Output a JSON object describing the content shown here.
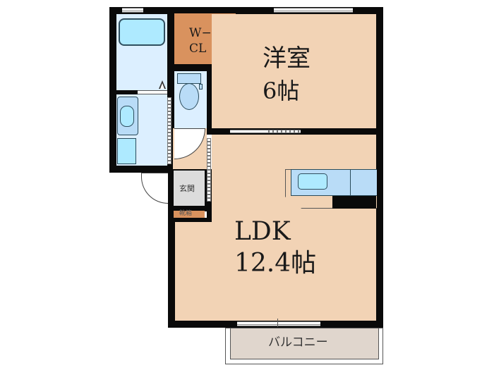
{
  "floor_plan": {
    "rooms": {
      "western_room": {
        "name": "洋室",
        "size": "6帖"
      },
      "ldk": {
        "name": "LDK",
        "size": "12.4帖"
      },
      "walk_in_closet": {
        "line1": "W−",
        "line2": "CL"
      },
      "entrance": {
        "name": "玄関"
      },
      "shoe_box": {
        "name": "靴箱"
      },
      "balcony": {
        "name": "バルコニー"
      }
    },
    "colors": {
      "wall": "#0a0a0a",
      "floor": "#f2d3b5",
      "wet_area": "#dcefff",
      "closet": "#d9925e",
      "entrance": "#dcdcdc",
      "balcony": "#e0d6cd",
      "fixture": "#b9dcf7"
    }
  }
}
